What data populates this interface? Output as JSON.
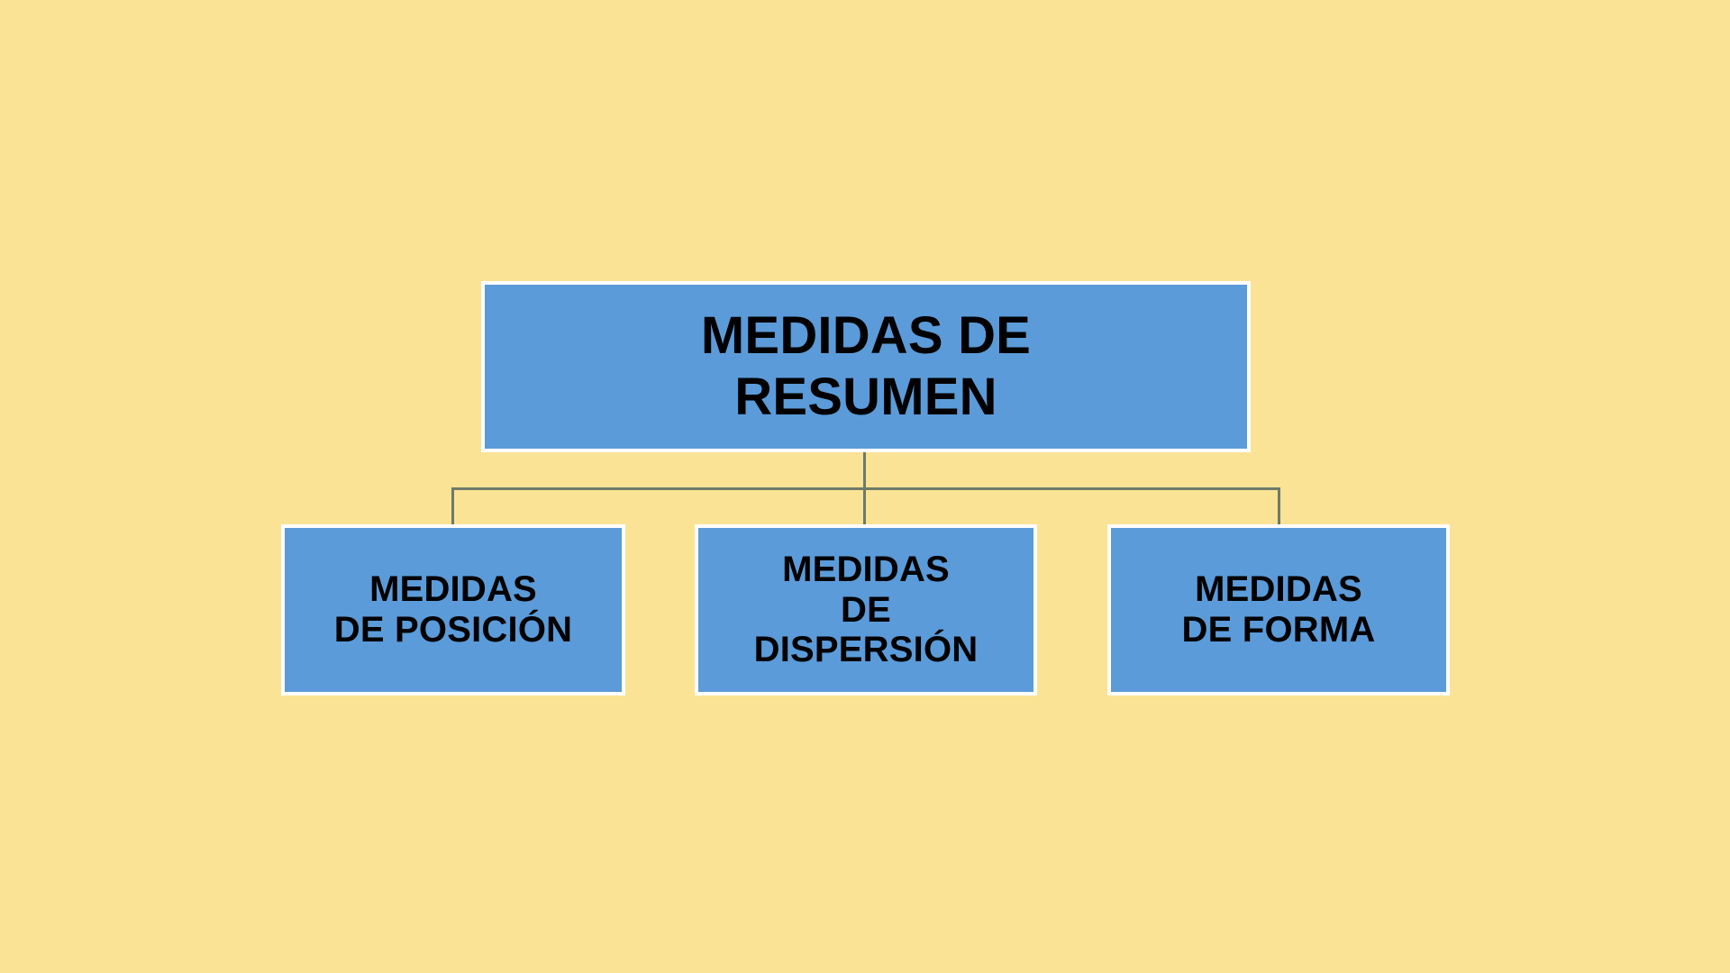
{
  "diagram": {
    "type": "hierarchy-tree",
    "title": "MEDIDAS DE RESUMEN",
    "background_color": "#fbe395",
    "node_fill_color": "#5b9bd9",
    "node_border_color": "#ffffff",
    "node_text_color": "#000000",
    "connector_color": "#6d7a68",
    "root": {
      "label": "MEDIDAS DE\nRESUMEN",
      "lines": [
        "MEDIDAS DE",
        "RESUMEN"
      ]
    },
    "children": [
      {
        "label": "MEDIDAS\nDE POSICIÓN",
        "lines": [
          "MEDIDAS",
          "DE POSICIÓN"
        ]
      },
      {
        "label": "MEDIDAS\nDE\nDISPERSIÓN",
        "lines": [
          "MEDIDAS",
          "DE",
          "DISPERSIÓN"
        ]
      },
      {
        "label": "MEDIDAS\nDE FORMA",
        "lines": [
          "MEDIDAS",
          "DE FORMA"
        ]
      }
    ]
  }
}
